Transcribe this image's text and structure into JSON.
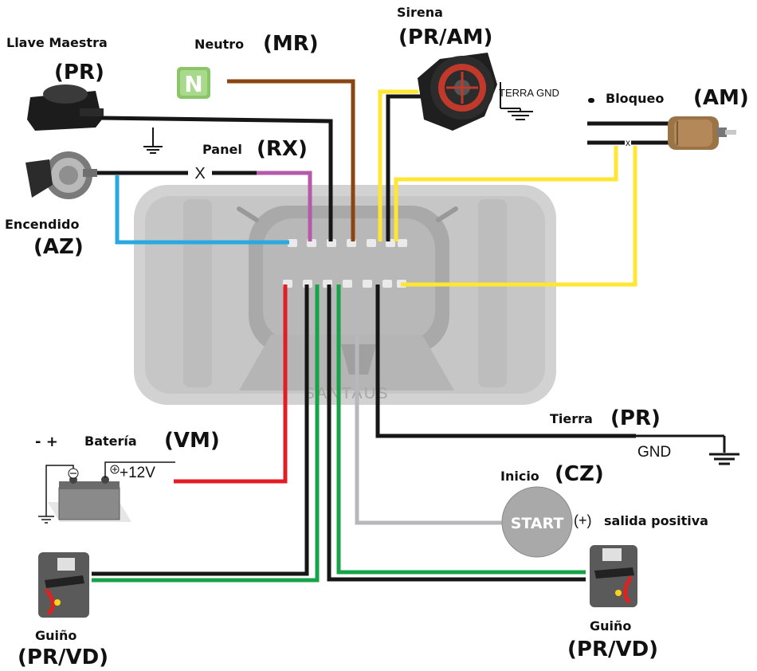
{
  "labels": {
    "llave_maestra": "Llave Maestra",
    "llave_code": "(PR)",
    "neutro": "Neutro",
    "neutro_code": "(MR)",
    "sirena": "Sirena",
    "sirena_code": "(PR/AM)",
    "terra_gnd": "TERRA GND",
    "bloqueo": "Bloqueo",
    "bloqueo_code": "(AM)",
    "panel": "Panel",
    "panel_code": "(RX)",
    "encendido": "Encendido",
    "encendido_code": "(AZ)",
    "bateria_signs": "- +",
    "bateria": "Batería",
    "bateria_code": "(VM)",
    "plus12v": "+12V",
    "tierra": "Tierra",
    "tierra_code": "(PR)",
    "gnd": "GND",
    "inicio": "Inicio",
    "inicio_code": "(CZ)",
    "start": "START",
    "salida_plus": "(+)",
    "salida": "salida positiva",
    "guino_left": "Guiño",
    "guino_left_code": "(PR/VD)",
    "guino_right": "Guiño",
    "guino_right_code": "(PR/VD)",
    "neutral_letter": "N",
    "cut_mark": "X",
    "bloqueo_cut": "x",
    "brand": "SANTAUS"
  },
  "colors": {
    "black": "#161616",
    "brown": "#8a4512",
    "yellow": "#ffe632",
    "blue": "#2aa8e2",
    "pink": "#b55aa9",
    "red": "#e21d26",
    "green": "#16a34a",
    "gray": "#b8b8bc"
  }
}
